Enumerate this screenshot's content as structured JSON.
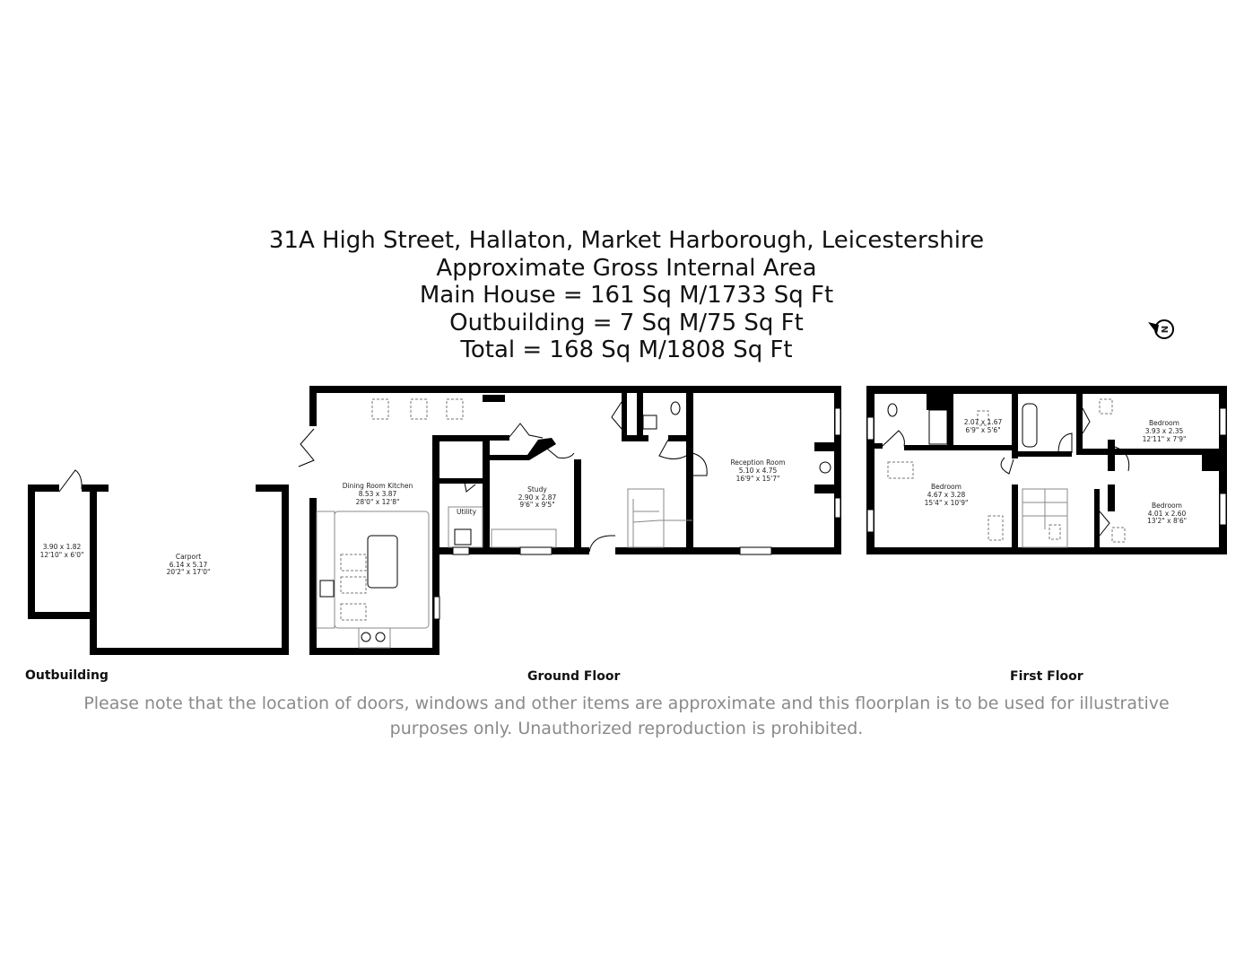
{
  "header": {
    "address": "31A High Street, Hallaton, Market Harborough, Leicestershire",
    "area_heading": "Approximate Gross Internal Area",
    "main_house": "Main House = 161 Sq M/1733 Sq Ft",
    "outbuilding": "Outbuilding = 7 Sq M/75 Sq Ft",
    "total": "Total = 168 Sq M/1808 Sq Ft"
  },
  "compass": {
    "icon": "north-arrow-icon",
    "label": "N"
  },
  "outbuilding": {
    "floor_label": "Outbuilding",
    "rooms": [
      {
        "name": "",
        "metric": "3.90 x 1.82",
        "imperial": "12'10\" x 6'0\""
      },
      {
        "name": "Carport",
        "metric": "6.14 x 5.17",
        "imperial": "20'2\" x 17'0\""
      }
    ]
  },
  "ground_floor": {
    "floor_label": "Ground Floor",
    "rooms": [
      {
        "name": "Dining Room Kitchen",
        "metric": "8.53 x 3.87",
        "imperial": "28'0\" x 12'8\""
      },
      {
        "name": "Utility"
      },
      {
        "name": "Study",
        "metric": "2.90 x 2.87",
        "imperial": "9'6\" x 9'5\""
      },
      {
        "name": "Reception Room",
        "metric": "5.10 x 4.75",
        "imperial": "16'9\" x 15'7\""
      }
    ]
  },
  "first_floor": {
    "floor_label": "First Floor",
    "rooms": [
      {
        "name": "",
        "metric": "2.07 x 1.67",
        "imperial": "6'9\" x 5'6\""
      },
      {
        "name": "Bedroom",
        "metric": "3.93 x 2.35",
        "imperial": "12'11\" x 7'9\""
      },
      {
        "name": "Bedroom",
        "metric": "4.67 x 3.28",
        "imperial": "15'4\" x 10'9\""
      },
      {
        "name": "Bedroom",
        "metric": "4.01 x 2.60",
        "imperial": "13'2\" x 8'6\""
      }
    ]
  },
  "disclaimer": "Please note that the location of doors, windows and other items are approximate and this floorplan is to be used for illustrative purposes only. Unauthorized reproduction is prohibited."
}
